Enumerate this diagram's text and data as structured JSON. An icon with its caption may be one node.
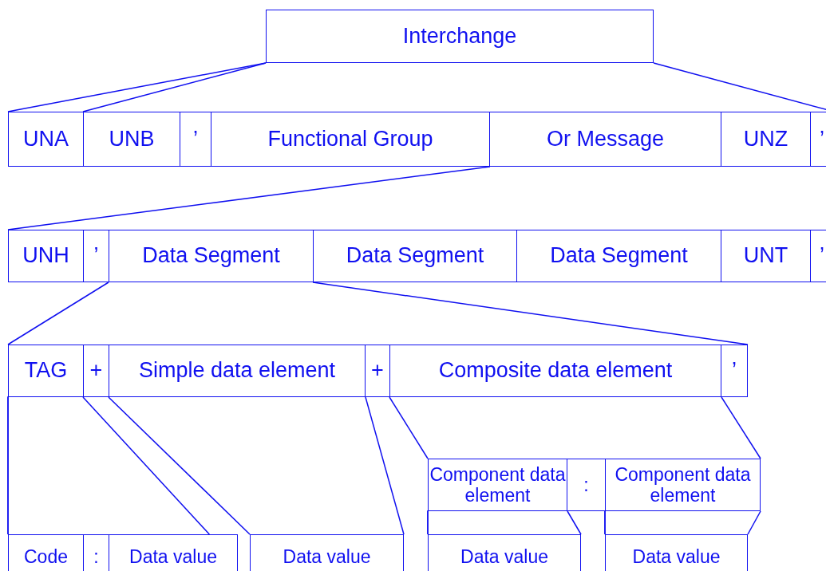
{
  "diagram": {
    "nodes": [
      {
        "text": [
          "Interchange"
        ]
      },
      {
        "text": [
          "UNA"
        ]
      },
      {
        "text": [
          "UNB"
        ]
      },
      {
        "text": [
          "’"
        ]
      },
      {
        "text": [
          "Functional Group"
        ]
      },
      {
        "text": [
          "Or Message"
        ]
      },
      {
        "text": [
          "UNZ"
        ]
      },
      {
        "text": [
          "’"
        ]
      },
      {
        "text": [
          "UNH"
        ]
      },
      {
        "text": [
          "’"
        ]
      },
      {
        "text": [
          "Data Segment"
        ]
      },
      {
        "text": [
          "Data Segment"
        ]
      },
      {
        "text": [
          "Data Segment"
        ]
      },
      {
        "text": [
          "UNT"
        ]
      },
      {
        "text": [
          "’"
        ]
      },
      {
        "text": [
          "TAG"
        ]
      },
      {
        "text": [
          "+"
        ]
      },
      {
        "text": [
          "Simple data element"
        ]
      },
      {
        "text": [
          "+"
        ]
      },
      {
        "text": [
          "Composite data element"
        ]
      },
      {
        "text": [
          "’"
        ]
      },
      {
        "text": [
          "Component data element"
        ]
      },
      {
        "text": [
          ":"
        ]
      },
      {
        "text": [
          "Component data element"
        ]
      },
      {
        "text": [
          "Code"
        ]
      },
      {
        "text": [
          ":"
        ]
      },
      {
        "text": [
          "Data value"
        ]
      },
      {
        "text": [
          "Data value"
        ]
      },
      {
        "text": [
          "Data value"
        ]
      },
      {
        "text": [
          "Data value"
        ]
      }
    ],
    "edges": [
      {
        "from": 0,
        "to": 1,
        "arrow": "none"
      },
      {
        "from": 0,
        "to": 2,
        "arrow": "none"
      },
      {
        "from": 0,
        "to": 7,
        "arrow": "none"
      },
      {
        "from": 4,
        "to": 8,
        "arrow": "none"
      },
      {
        "from": 10,
        "to": 15,
        "arrow": "none"
      },
      {
        "from": 11,
        "to": 20,
        "arrow": "none"
      },
      {
        "from": 15,
        "to": 24,
        "arrow": "none"
      },
      {
        "from": 16,
        "to": 26,
        "arrow": "none"
      },
      {
        "from": 17,
        "to": 27,
        "arrow": "none"
      },
      {
        "from": 17,
        "to": 27,
        "arrow": "none"
      },
      {
        "from": 19,
        "to": 21,
        "arrow": "none"
      },
      {
        "from": 19,
        "to": 23,
        "arrow": "none"
      },
      {
        "from": 21,
        "to": 28,
        "arrow": "none"
      },
      {
        "from": 21,
        "to": 28,
        "arrow": "none"
      },
      {
        "from": 23,
        "to": 29,
        "arrow": "none"
      },
      {
        "from": 23,
        "to": 29,
        "arrow": "none"
      }
    ]
  }
}
